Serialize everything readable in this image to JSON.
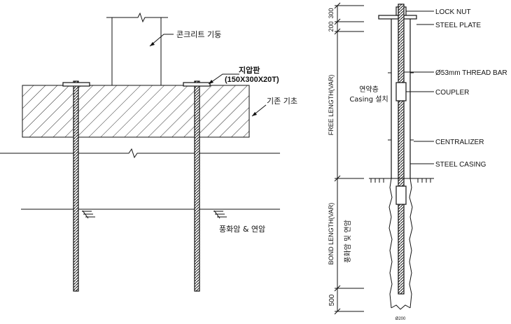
{
  "left": {
    "labels": {
      "column": "콘크리트 기둥",
      "plate_title": "지압판",
      "plate_size": "(150X300X20T)",
      "foundation": "기존 기초",
      "rock": "풍화암 & 연암"
    }
  },
  "right": {
    "dims": {
      "d300": "300",
      "d200": "200",
      "free_length": "FREE LENGTH(VAR)",
      "bond_length": "BOND LENGTH(VAR)",
      "d500": "500"
    },
    "inner_labels": {
      "soft_rock_line1": "연약층",
      "soft_rock_line2": "Casing 설치",
      "weathered": "풍화암 및 연암"
    },
    "callouts": {
      "lock_nut": "LOCK NUT",
      "steel_plate": "STEEL PLATE",
      "thread_bar": "Ø53mm THREAD BAR",
      "coupler": "COUPLER",
      "centralizer": "CENTRALIZER",
      "steel_casing": "STEEL CASING"
    },
    "bottom_label": "Ø200"
  },
  "colors": {
    "line": "#111111"
  }
}
